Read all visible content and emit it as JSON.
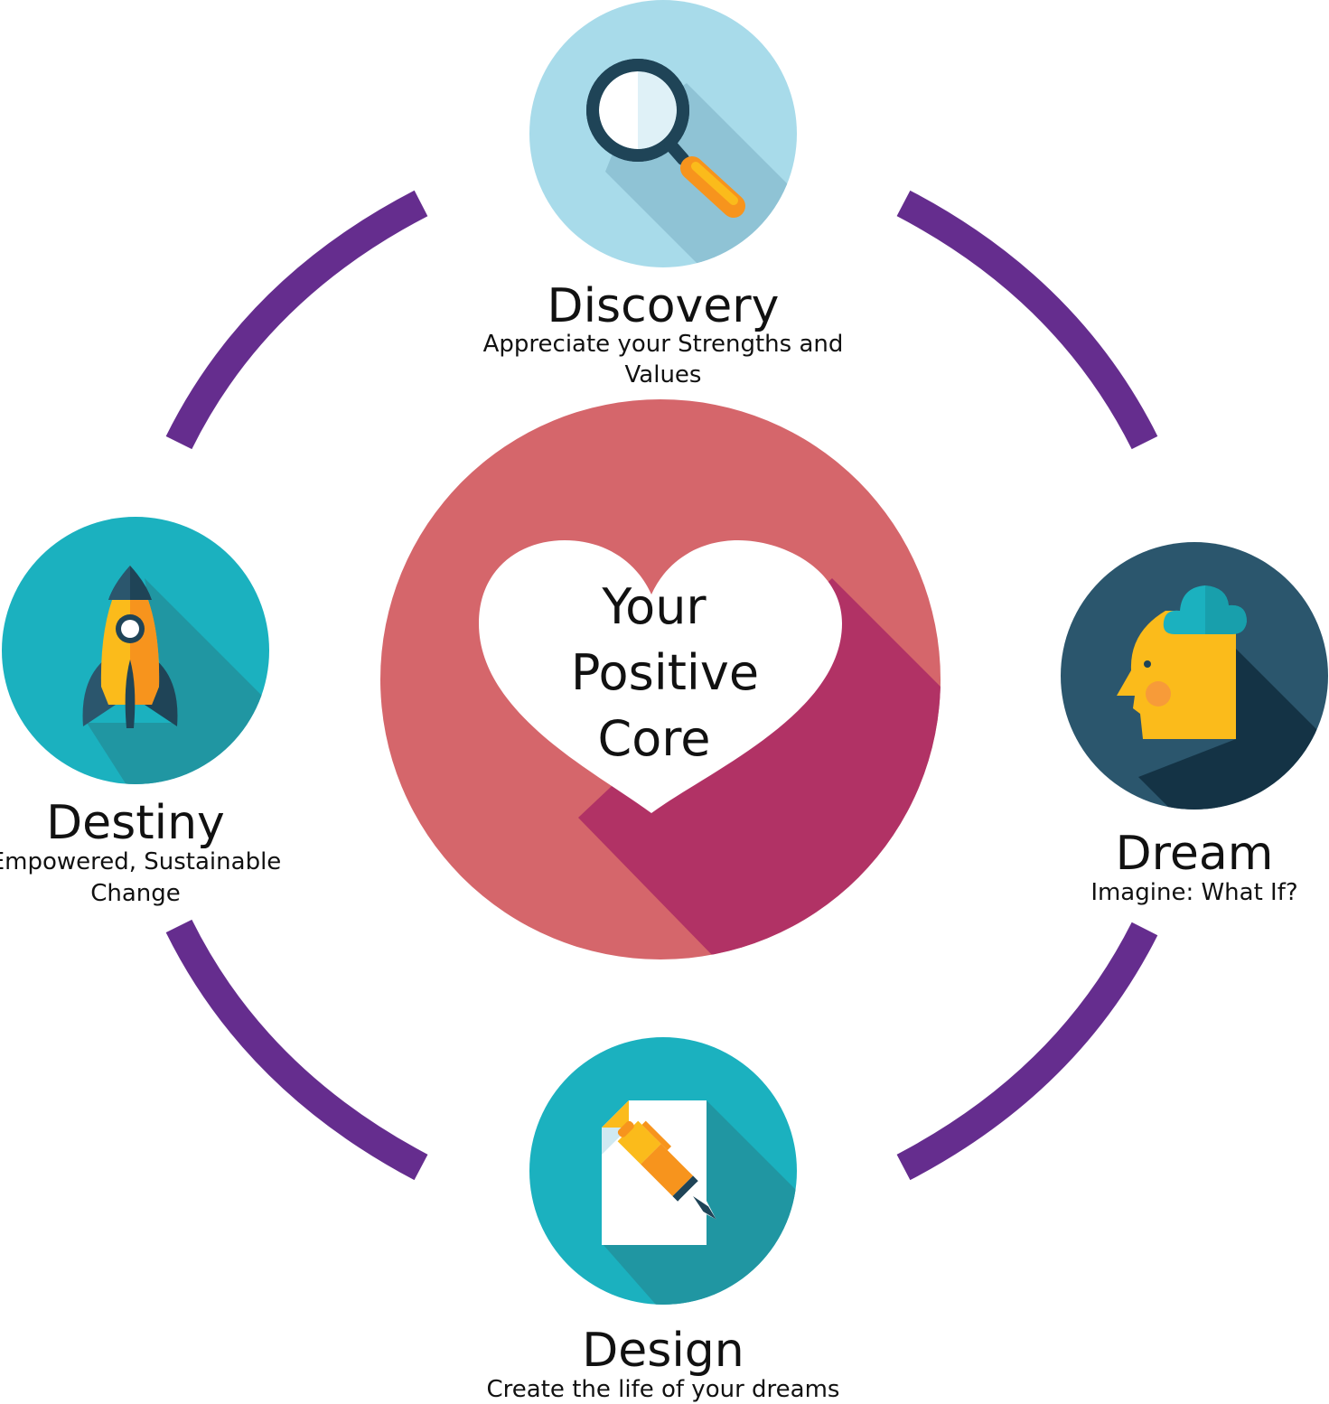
{
  "colors": {
    "arc": "#652d8e",
    "core_outer": "#d5666b",
    "core_shadow": "#b13265",
    "heart": "#ffffff",
    "discovery_bg": "#a8dbea",
    "discovery_shadow": "#8fc3d5",
    "teal_bg": "#1bb1bf",
    "teal_shadow": "#2096a2",
    "dream_bg": "#2b566d",
    "dream_shadow": "#143345",
    "yellow": "#fbbb1b",
    "orange": "#f7941d",
    "navy": "#1f4457",
    "cheek": "#f79b39"
  },
  "core": {
    "line1": "Your",
    "line2": "Positive",
    "line3": "Core"
  },
  "stages": {
    "discovery": {
      "title": "Discovery",
      "subtitle_line1": "Appreciate your Strengths and",
      "subtitle_line2": "Values",
      "icon": "magnifying-glass-icon"
    },
    "dream": {
      "title": "Dream",
      "subtitle_line1": "Imagine: What If?",
      "icon": "thinking-head-icon"
    },
    "design": {
      "title": "Design",
      "subtitle_line1": "Create the life of your dreams",
      "icon": "document-pen-icon"
    },
    "destiny": {
      "title": "Destiny",
      "subtitle_line1": "Empowered, Sustainable",
      "subtitle_line2": "Change",
      "icon": "rocket-icon"
    }
  }
}
